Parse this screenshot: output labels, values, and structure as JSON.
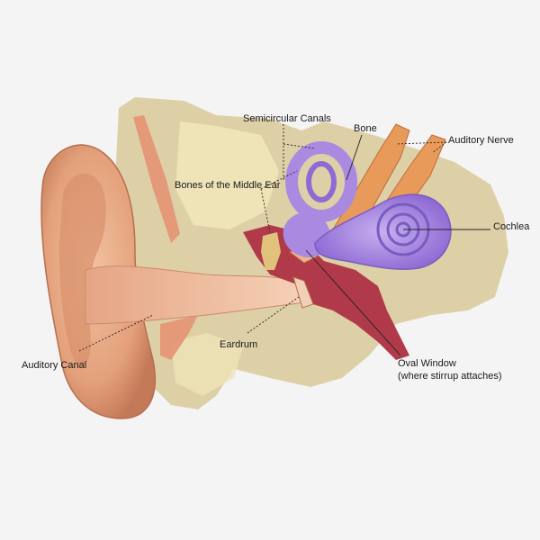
{
  "labels": {
    "semicircular_canals": "Semicircular Canals",
    "bone": "Bone",
    "auditory_nerve": "Auditory Nerve",
    "bones_middle_ear": "Bones of the Middle Ear",
    "cochlea": "Cochlea",
    "eardrum": "Eardrum",
    "auditory_canal": "Auditory Canal",
    "oval_window_line1": "Oval Window",
    "oval_window_line2": "(where stirrup attaches)"
  },
  "colors": {
    "background": "#f4f4f4",
    "skin": "#e8a882",
    "skin_dark": "#c97f5c",
    "bone_tissue": "#ddd0a6",
    "bone_light": "#efe3b8",
    "canal": "#f0c4a6",
    "middle_ear": "#b03a4a",
    "inner_ear": "#a98ae0",
    "inner_ear_dark": "#7a5cc0",
    "nerve": "#e89a5a",
    "leader_line": "#222222"
  }
}
